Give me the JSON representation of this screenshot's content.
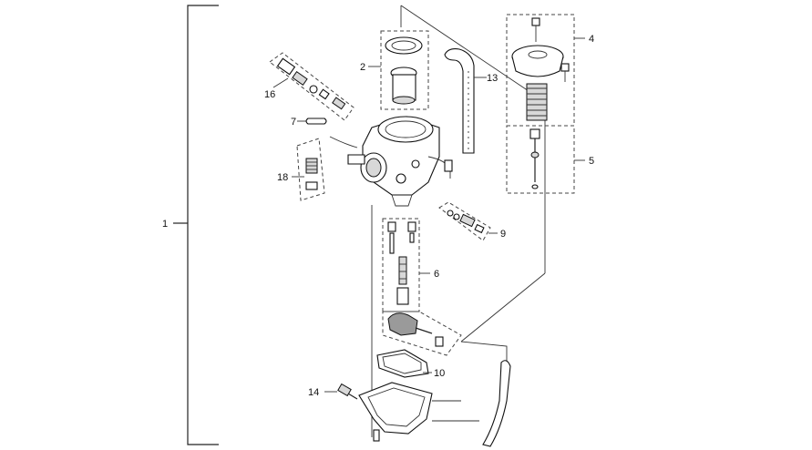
{
  "callouts": {
    "c1": "1",
    "c2": "2",
    "c4": "4",
    "c5": "5",
    "c6": "6",
    "c7": "7",
    "c9": "9",
    "c10": "10",
    "c13": "13",
    "c14": "14",
    "c16": "16",
    "c18": "18"
  }
}
